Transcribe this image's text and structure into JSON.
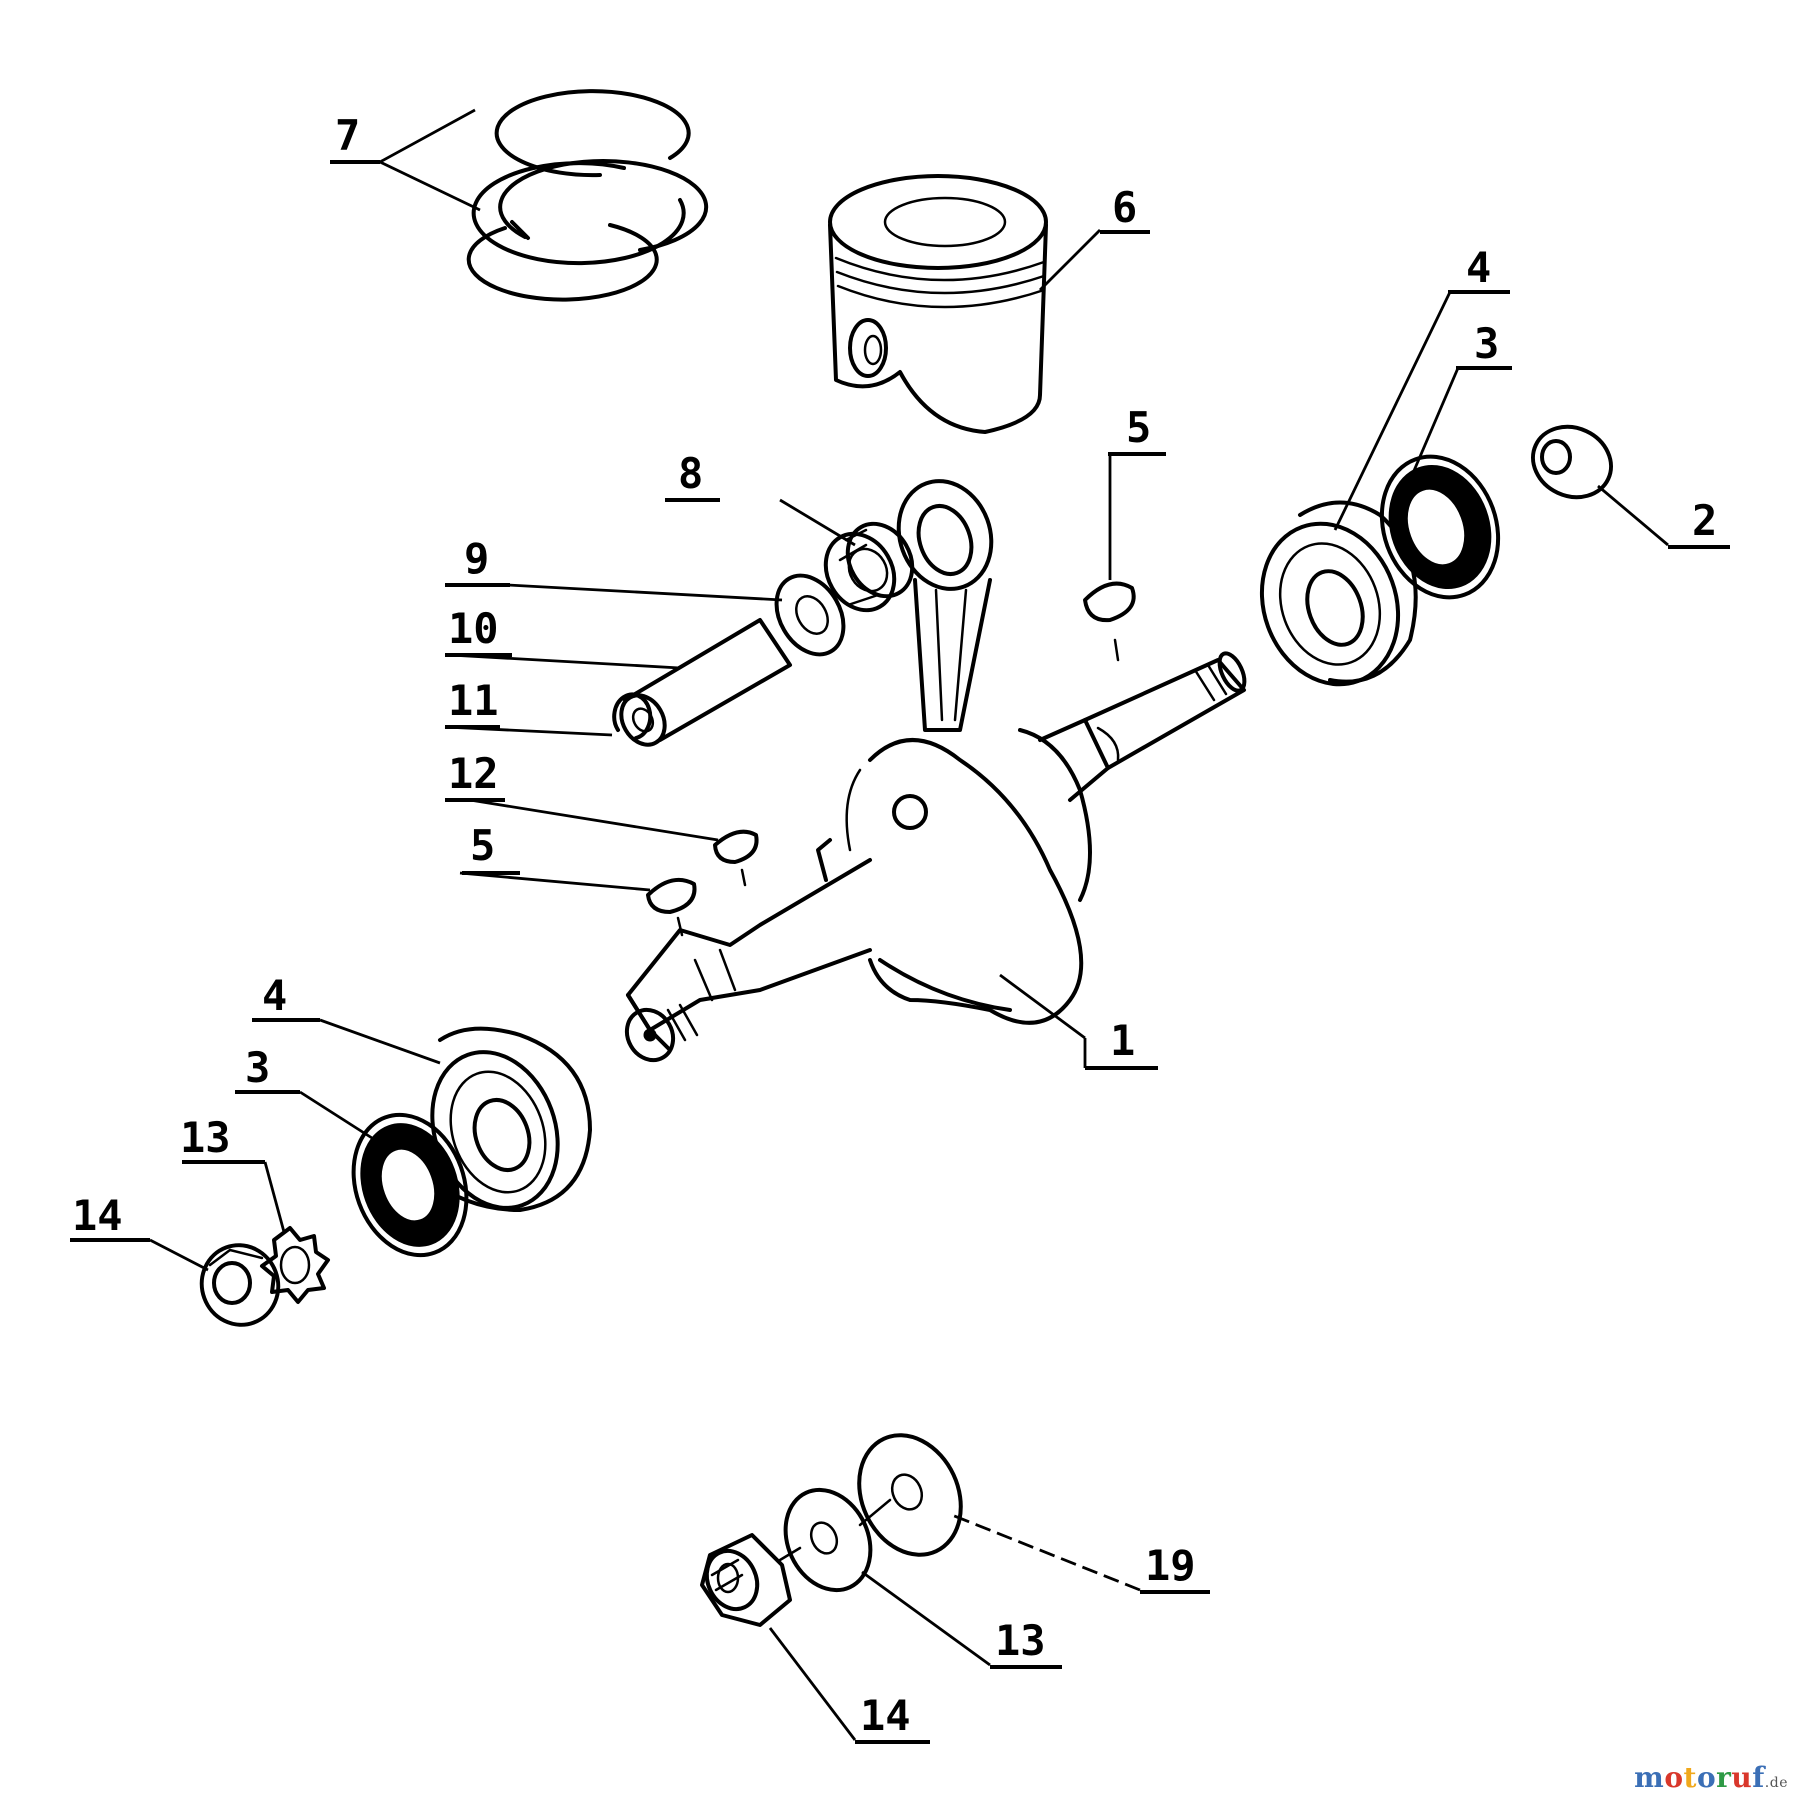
{
  "callouts": [
    {
      "label": "7"
    },
    {
      "label": "6"
    },
    {
      "label": "4"
    },
    {
      "label": "3"
    },
    {
      "label": "2"
    },
    {
      "label": "5"
    },
    {
      "label": "8"
    },
    {
      "label": "9"
    },
    {
      "label": "10"
    },
    {
      "label": "11"
    },
    {
      "label": "12"
    },
    {
      "label": "5"
    },
    {
      "label": "1"
    },
    {
      "label": "4"
    },
    {
      "label": "3"
    },
    {
      "label": "13"
    },
    {
      "label": "14"
    },
    {
      "label": "19"
    },
    {
      "label": "13"
    },
    {
      "label": "14"
    }
  ],
  "watermark": {
    "letters": [
      "m",
      "o",
      "t",
      "o",
      "r",
      "u",
      "f"
    ],
    "colors": [
      "#3b6fb6",
      "#d9372b",
      "#f0a81c",
      "#3b6fb6",
      "#2e9a45",
      "#d9372b",
      "#3b6fb6"
    ],
    "suffix": ".de"
  }
}
